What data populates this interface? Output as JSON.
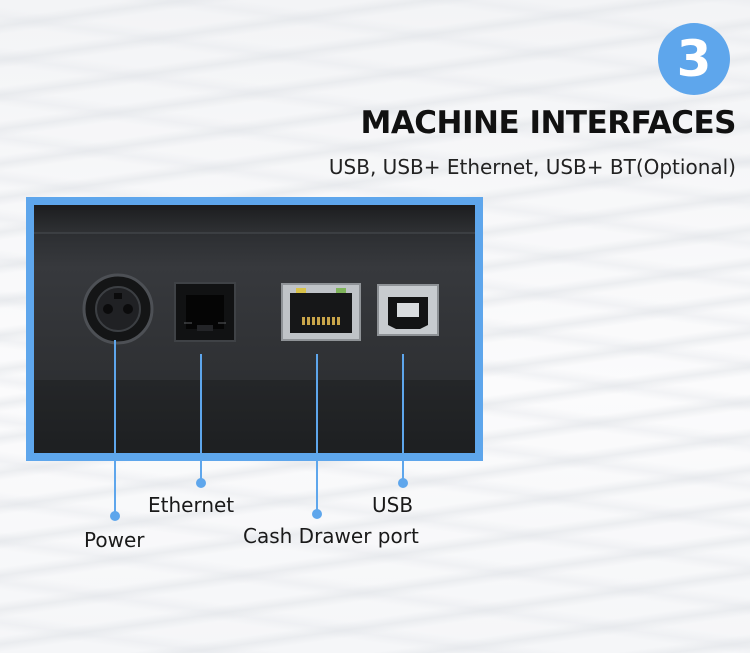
{
  "badge": {
    "number": "3"
  },
  "header": {
    "title": "MACHINE INTERFACES",
    "subtitle": "USB, USB+ Ethernet, USB+ BT(Optional)"
  },
  "ports": [
    {
      "label": "Power"
    },
    {
      "label": "Ethernet"
    },
    {
      "label": "Cash Drawer port"
    },
    {
      "label": "USB"
    }
  ],
  "colors": {
    "accent": "#5ea6ec",
    "panel": "#2b2d30",
    "text": "#1a1a1a"
  }
}
